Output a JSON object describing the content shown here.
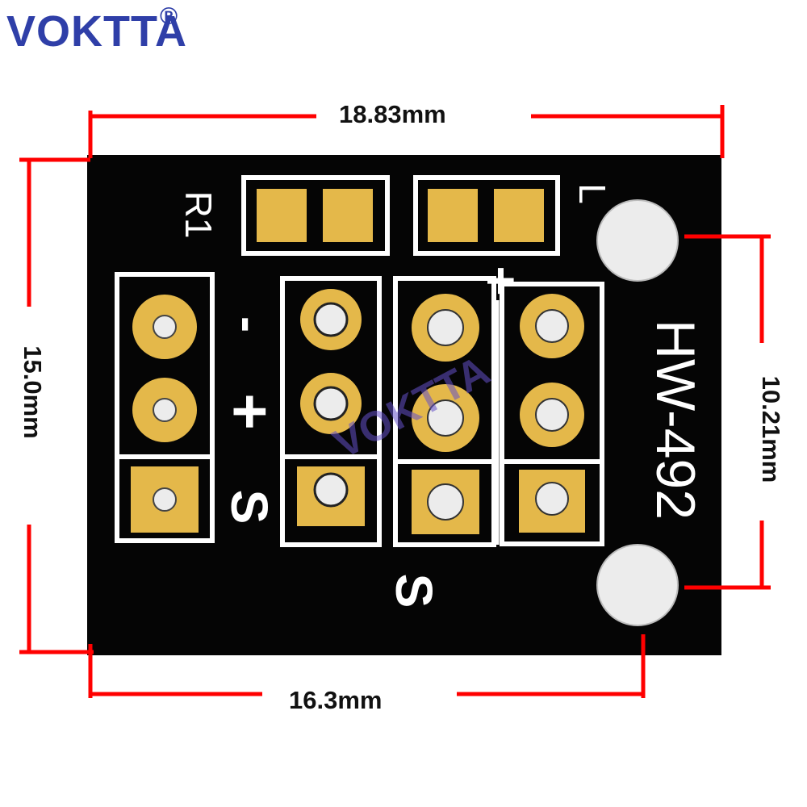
{
  "brand": {
    "name": "VOKTTA",
    "registered": "®",
    "watermark": "VOKTTA",
    "color": "#2f3fa8"
  },
  "board": {
    "model": "HW-492",
    "labels": {
      "resistor": "R1",
      "led": "L",
      "plus_top": "+",
      "minus": "-",
      "plus": "+",
      "signal_left": "S",
      "signal_bottom": "S"
    },
    "colors": {
      "pcb": "#050505",
      "pad": "#e4b84a",
      "silk": "#ffffff",
      "hole": "#ececec"
    }
  },
  "dimensions": {
    "width_top": "18.83mm",
    "width_bottom": "16.3mm",
    "height_left": "15.0mm",
    "hole_spacing": "10.21mm",
    "line_color": "#ff0000"
  }
}
